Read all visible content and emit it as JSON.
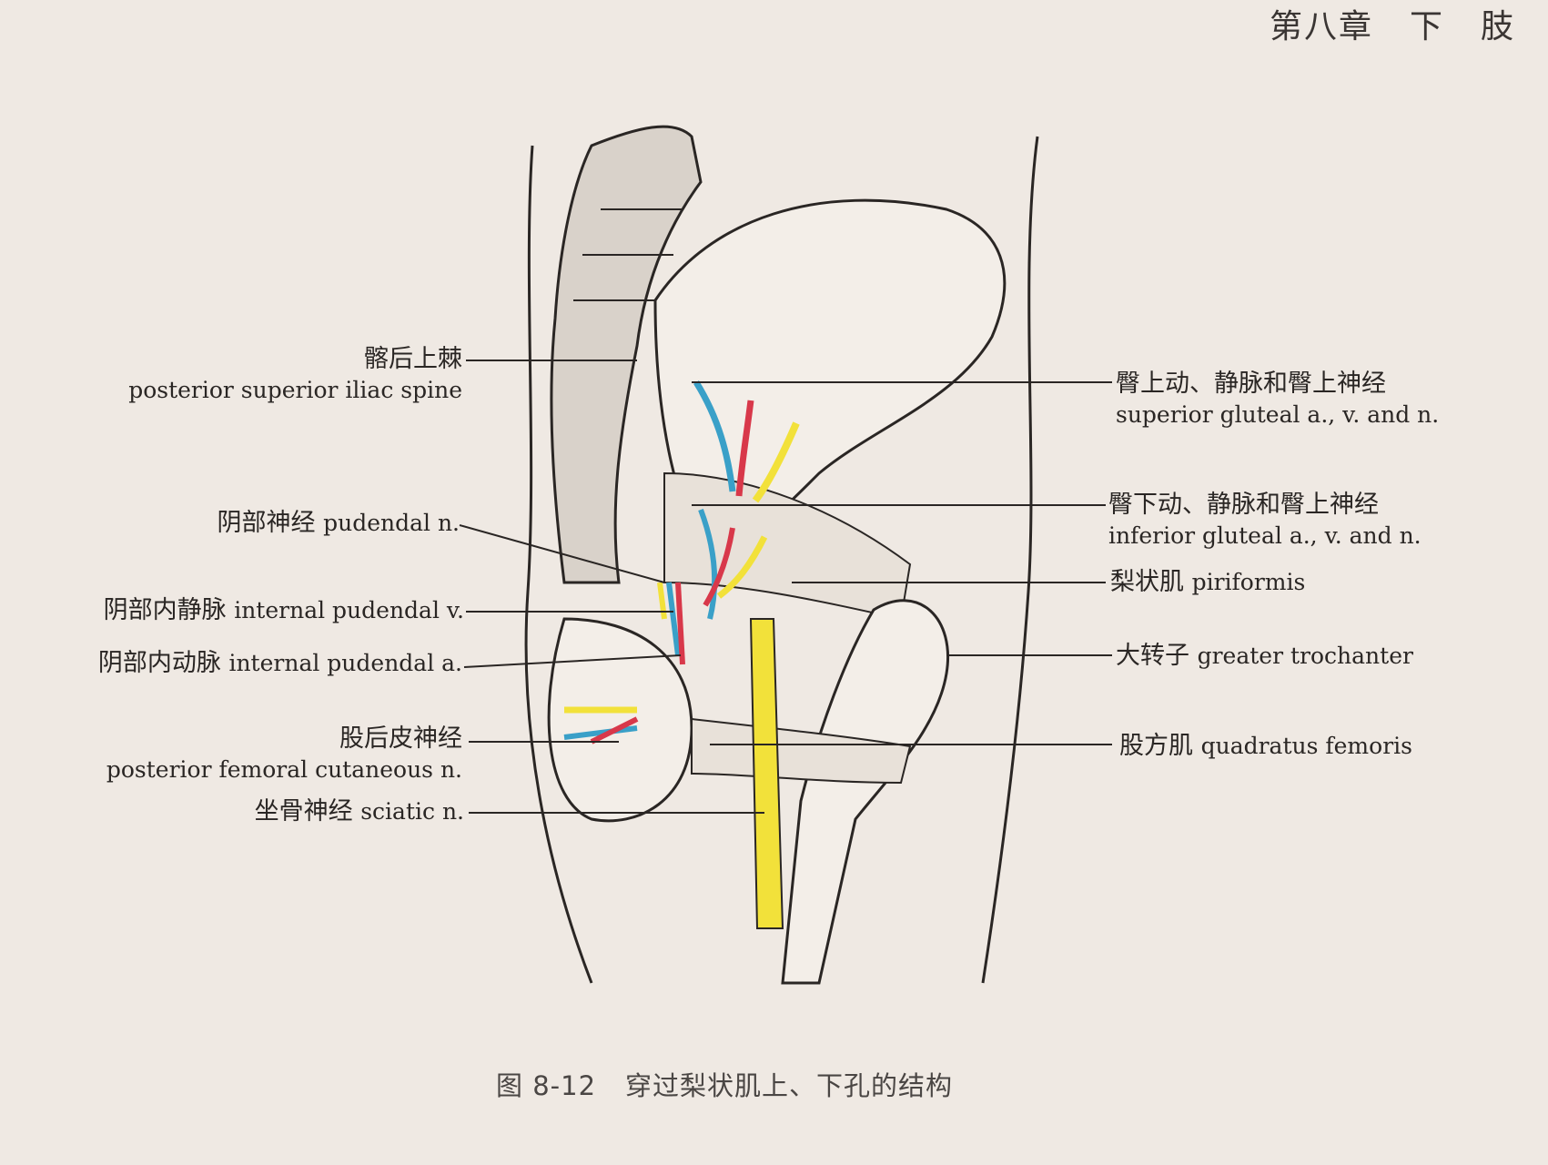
{
  "header": {
    "chapter": "第八章",
    "title_1": "下",
    "title_2": "肢"
  },
  "figure": {
    "number": "图 8-12",
    "caption": "穿过梨状肌上、下孔的结构",
    "colors": {
      "nerve": "#f2e13a",
      "artery": "#d8384a",
      "vein": "#3aa0c8",
      "line": "#2a2624"
    },
    "labels_left": [
      {
        "zh": "髂后上棘",
        "en": "posterior superior iliac spine"
      },
      {
        "zh": "阴部神经",
        "en": "pudendal n."
      },
      {
        "zh": "阴部内静脉",
        "en": "internal pudendal v."
      },
      {
        "zh": "阴部内动脉",
        "en": "internal pudendal a."
      },
      {
        "zh": "股后皮神经",
        "en": "posterior femoral cutaneous n."
      },
      {
        "zh": "坐骨神经",
        "en": "sciatic n."
      }
    ],
    "labels_right": [
      {
        "zh": "臀上动、静脉和臀上神经",
        "en": "superior gluteal a., v. and n."
      },
      {
        "zh": "臀下动、静脉和臀上神经",
        "en": "inferior gluteal a., v. and n."
      },
      {
        "zh": "梨状肌",
        "en": "piriformis"
      },
      {
        "zh": "大转子",
        "en": "greater trochanter"
      },
      {
        "zh": "股方肌",
        "en": "quadratus femoris"
      }
    ]
  }
}
